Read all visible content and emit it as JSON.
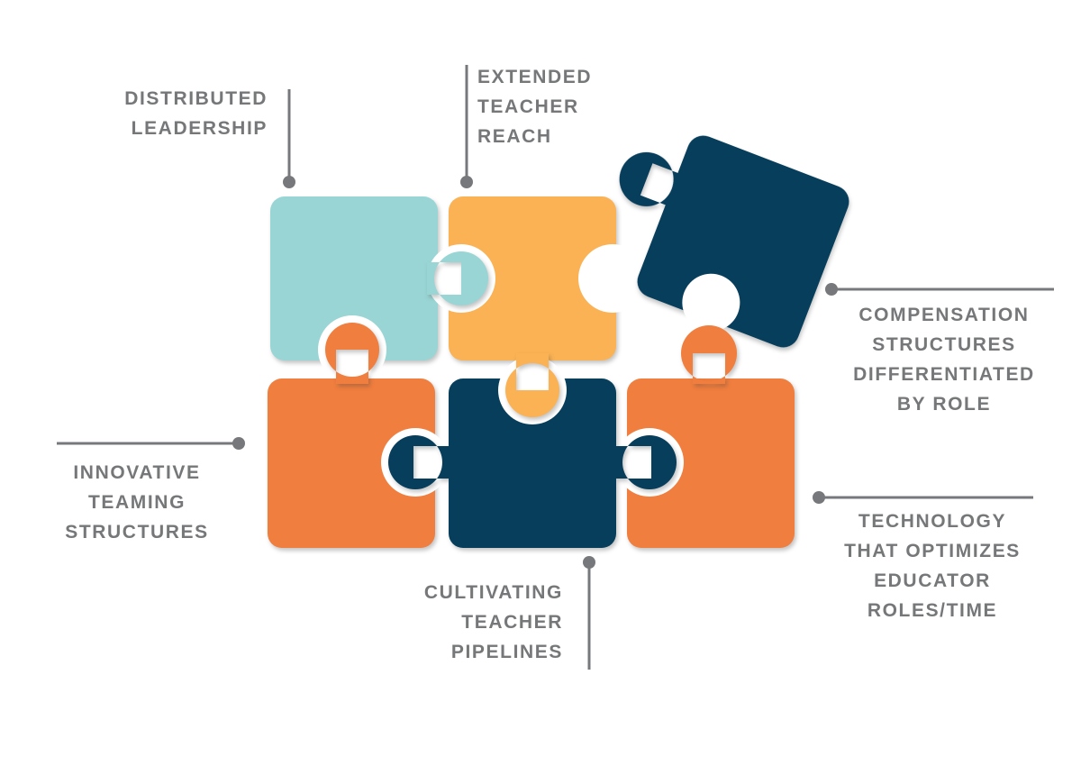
{
  "diagram": {
    "type": "puzzle-infographic",
    "description": "Six jigsaw puzzle pieces; five interlocked in a 2x3 grid and one dark piece detached and rotated at the top right. Each piece is linked by a thin gray leader line with a round endpoint dot to an uppercase gray text label."
  },
  "labels": {
    "distributed_leadership": "DISTRIBUTED\nLEADERSHIP",
    "extended_teacher_reach": "EXTENDED\nTEACHER\nREACH",
    "compensation_structures": "COMPENSATION\nSTRUCTURES\nDIFFERENTIATED\nBY ROLE",
    "innovative_teaming": "INNOVATIVE\nTEAMING\nSTRUCTURES",
    "cultivating_pipelines": "CULTIVATING\nTEACHER\nPIPELINES",
    "technology_optimizes": "TECHNOLOGY\nTHAT OPTIMIZES\nEDUCATOR\nROLES/TIME"
  },
  "pieces": [
    {
      "id": "distributed-leadership",
      "color_key": "teal",
      "grid": "top-left",
      "state": "connected"
    },
    {
      "id": "extended-teacher-reach",
      "color_key": "amber",
      "grid": "top-center",
      "state": "connected"
    },
    {
      "id": "compensation-structures",
      "color_key": "navy",
      "grid": "top-right",
      "state": "detached-rotated"
    },
    {
      "id": "innovative-teaming",
      "color_key": "orange",
      "grid": "bottom-left",
      "state": "connected"
    },
    {
      "id": "cultivating-pipelines",
      "color_key": "navy",
      "grid": "bottom-center",
      "state": "connected"
    },
    {
      "id": "technology-optimizes",
      "color_key": "orange",
      "grid": "bottom-right",
      "state": "connected"
    }
  ],
  "colors": {
    "teal": "#99D5D4",
    "amber": "#FAB254",
    "orange": "#F07E3E",
    "navy": "#073E5C",
    "label_gray": "#757779",
    "line_gray": "#77787B",
    "background": "#FFFFFF"
  }
}
